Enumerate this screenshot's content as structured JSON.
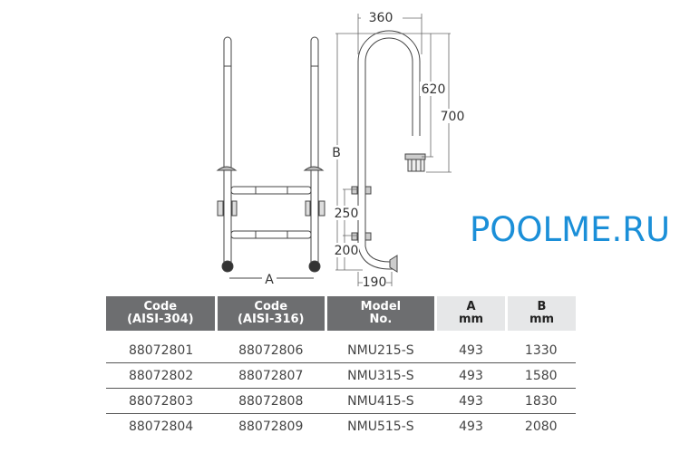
{
  "drawing": {
    "dimensions": {
      "width_top": "360",
      "height_reach": "620",
      "height_total": "700",
      "ladder_height": "B",
      "step_spacing": "250",
      "bottom_step": "200",
      "foot_offset": "190",
      "ladder_width": "A"
    }
  },
  "table": {
    "headers": [
      {
        "line1": "Code",
        "line2": "(AISI-304)"
      },
      {
        "line1": "Code",
        "line2": "(AISI-316)"
      },
      {
        "line1": "Model",
        "line2": "No."
      },
      {
        "line1": "A",
        "line2": "mm"
      },
      {
        "line1": "B",
        "line2": "mm"
      }
    ],
    "rows": [
      [
        "88072801",
        "88072806",
        "NMU215-S",
        "493",
        "1330"
      ],
      [
        "88072802",
        "88072807",
        "NMU315-S",
        "493",
        "1580"
      ],
      [
        "88072803",
        "88072808",
        "NMU415-S",
        "493",
        "1830"
      ],
      [
        "88072804",
        "88072809",
        "NMU515-S",
        "493",
        "2080"
      ]
    ]
  },
  "watermark": "POOLME.RU",
  "colors": {
    "header_dark": "#6d6e70",
    "header_light": "#e6e7e8",
    "watermark": "#1b8fd8"
  }
}
